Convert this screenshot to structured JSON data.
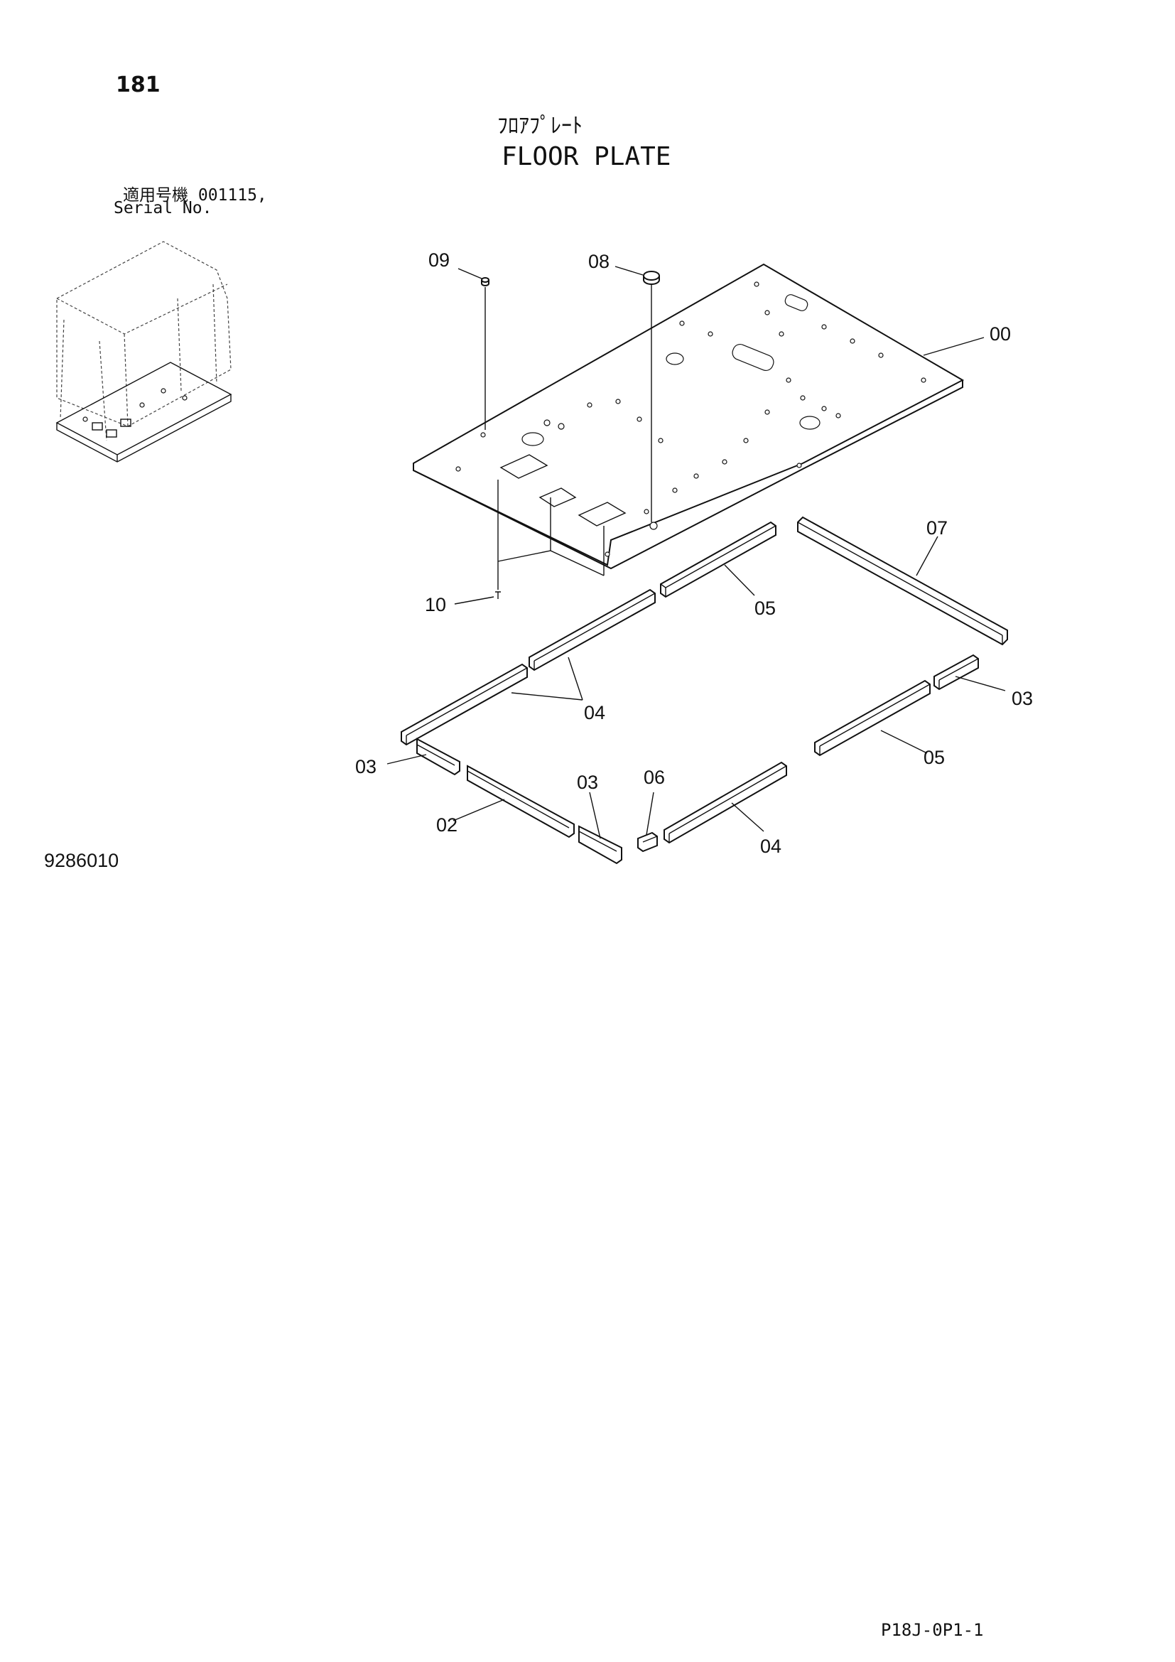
{
  "page": {
    "number": "181",
    "title_jp": "ﾌﾛｱﾌﾟﾚｰﾄ",
    "title_en": "FLOOR PLATE",
    "serial_jp": "適用号機  001115,",
    "serial_en": "Serial No.",
    "drawing_number": "9286010",
    "page_code": "P18J-0P1-1"
  },
  "parts": {
    "p00": "00",
    "p09": "09",
    "p08": "08",
    "p07": "07",
    "p05a": "05",
    "p05b": "05",
    "p10": "10",
    "p04a": "04",
    "p04b": "04",
    "p03a": "03",
    "p03b": "03",
    "p03c": "03",
    "p06": "06",
    "p02": "02"
  }
}
